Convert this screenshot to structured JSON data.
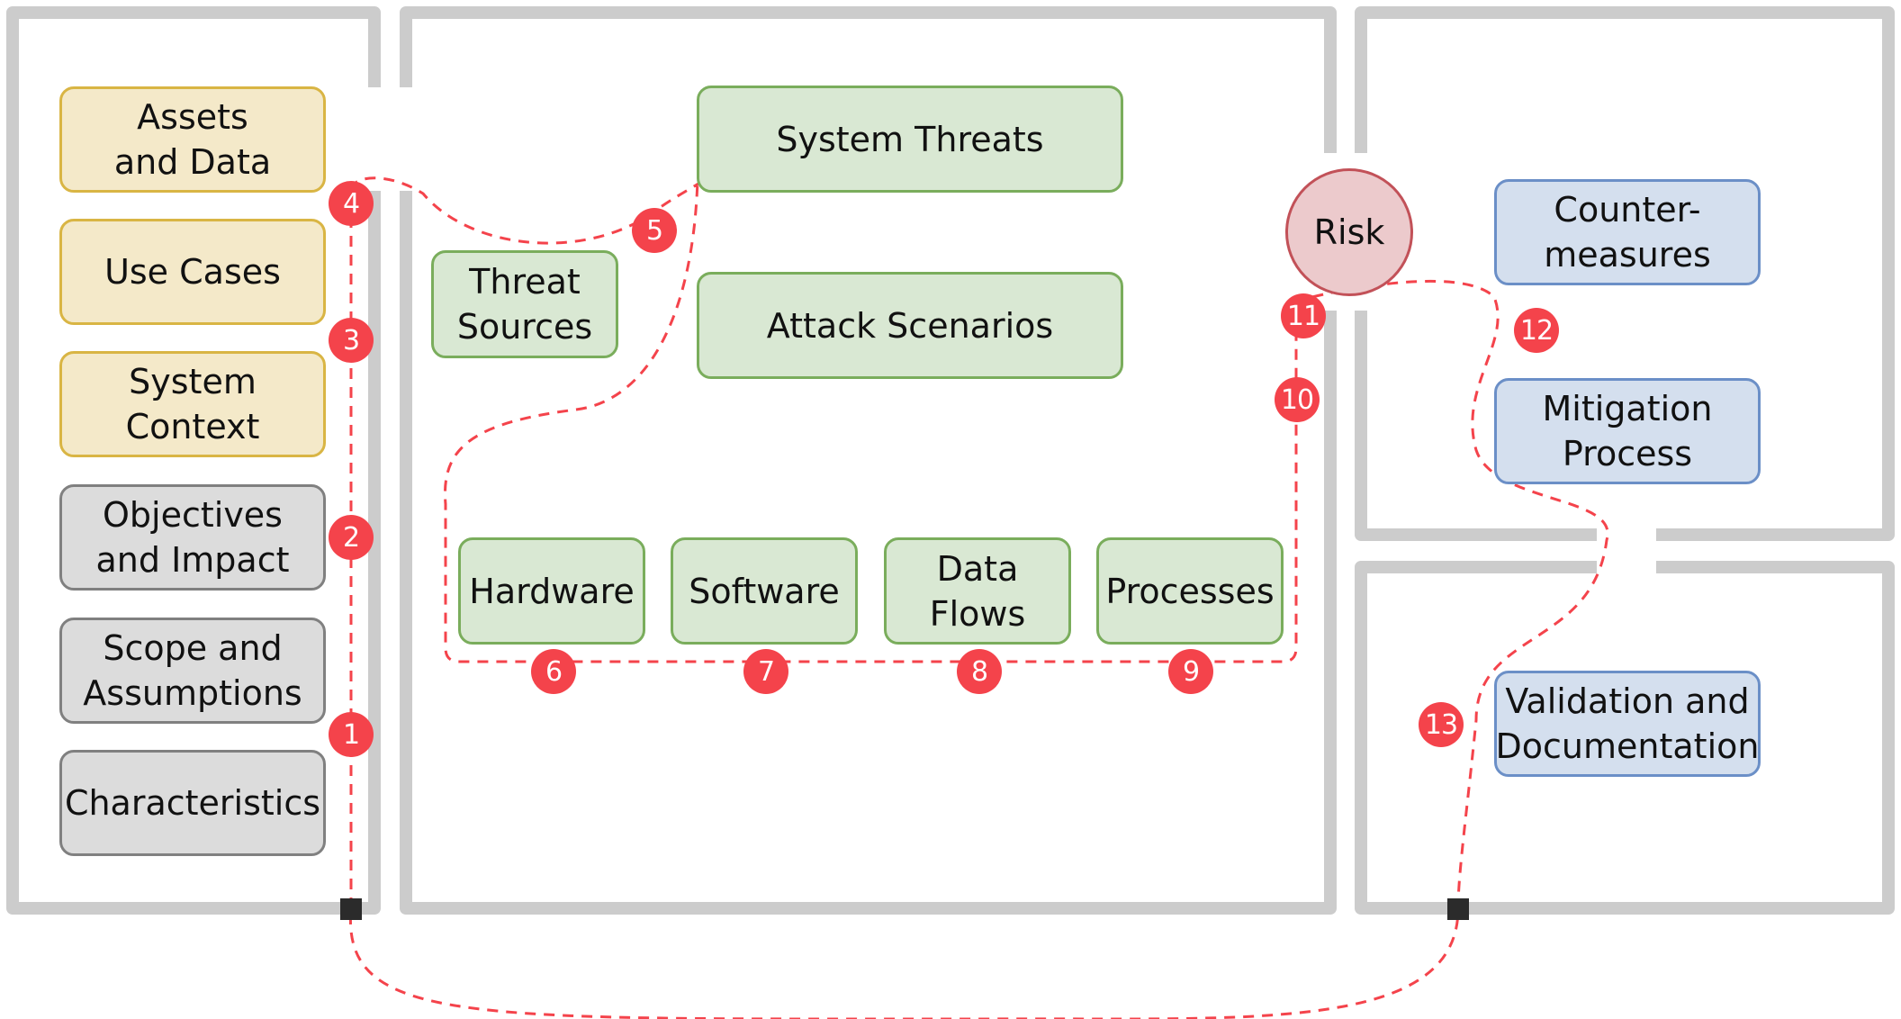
{
  "left_boxes": [
    {
      "id": "assets",
      "label": "Assets\nand Data",
      "color": "yellow"
    },
    {
      "id": "use-cases",
      "label": "Use Cases",
      "color": "yellow"
    },
    {
      "id": "system-context",
      "label": "System Context",
      "color": "yellow"
    },
    {
      "id": "objectives",
      "label": "Objectives\nand Impact",
      "color": "gray"
    },
    {
      "id": "scope",
      "label": "Scope and\nAssumptions",
      "color": "gray"
    },
    {
      "id": "characteristics",
      "label": "Characteristics",
      "color": "gray"
    }
  ],
  "middle_boxes": {
    "threat_sources": "Threat\nSources",
    "system_threats": "System Threats",
    "attack_scenarios": "Attack Scenarios",
    "hardware": "Hardware",
    "software": "Software",
    "data_flows": "Data Flows",
    "processes": "Processes"
  },
  "risk": "Risk",
  "right_boxes": {
    "countermeasures": "Counter-\nmeasures",
    "mitigation": "Mitigation\nProcess",
    "validation": "Validation and\nDocumentation"
  },
  "steps": [
    "1",
    "2",
    "3",
    "4",
    "5",
    "6",
    "7",
    "8",
    "9",
    "10",
    "11",
    "12",
    "13"
  ],
  "colors": {
    "panel_border": "#cccccc",
    "path": "#f4434b",
    "badge": "#f4434b",
    "yellow_fill": "#f4e9c9",
    "gray_fill": "#dcdcdc",
    "green_fill": "#d9e8d3",
    "blue_fill": "#d4dfee",
    "risk_fill": "#eccacc"
  }
}
